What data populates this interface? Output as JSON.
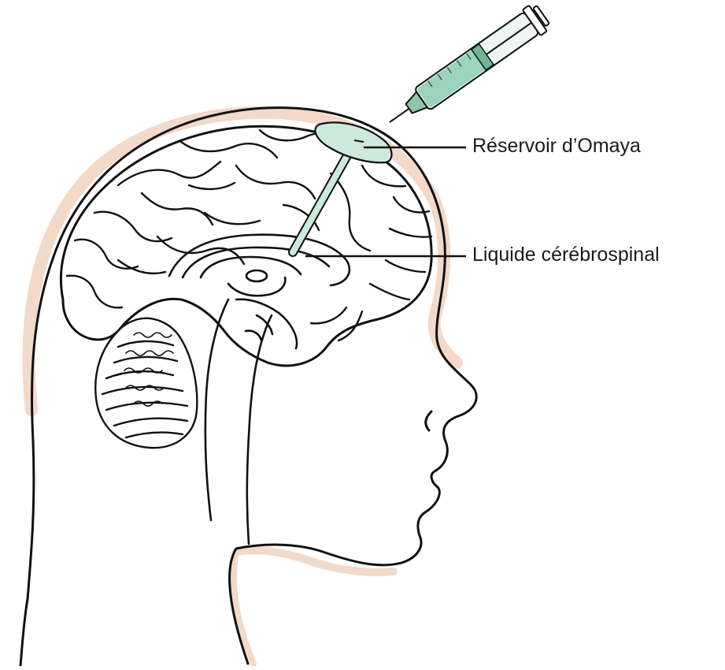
{
  "labels": {
    "reservoir": "Réservoir d’Omaya",
    "csf": "Liquide cérébrospinal"
  },
  "colors": {
    "background": "#ffffff",
    "outline": "#111111",
    "skin_shadow": "#f2d9c8",
    "device_fill": "#cde9dc",
    "device_fill_dark": "#8cc7ad",
    "syringe_fluid": "#9bd3bc",
    "syringe_barrel": "#eef6f2"
  },
  "icons": {
    "reservoir": "omaya-reservoir-dome",
    "catheter": "ventricular-catheter",
    "syringe": "syringe"
  }
}
